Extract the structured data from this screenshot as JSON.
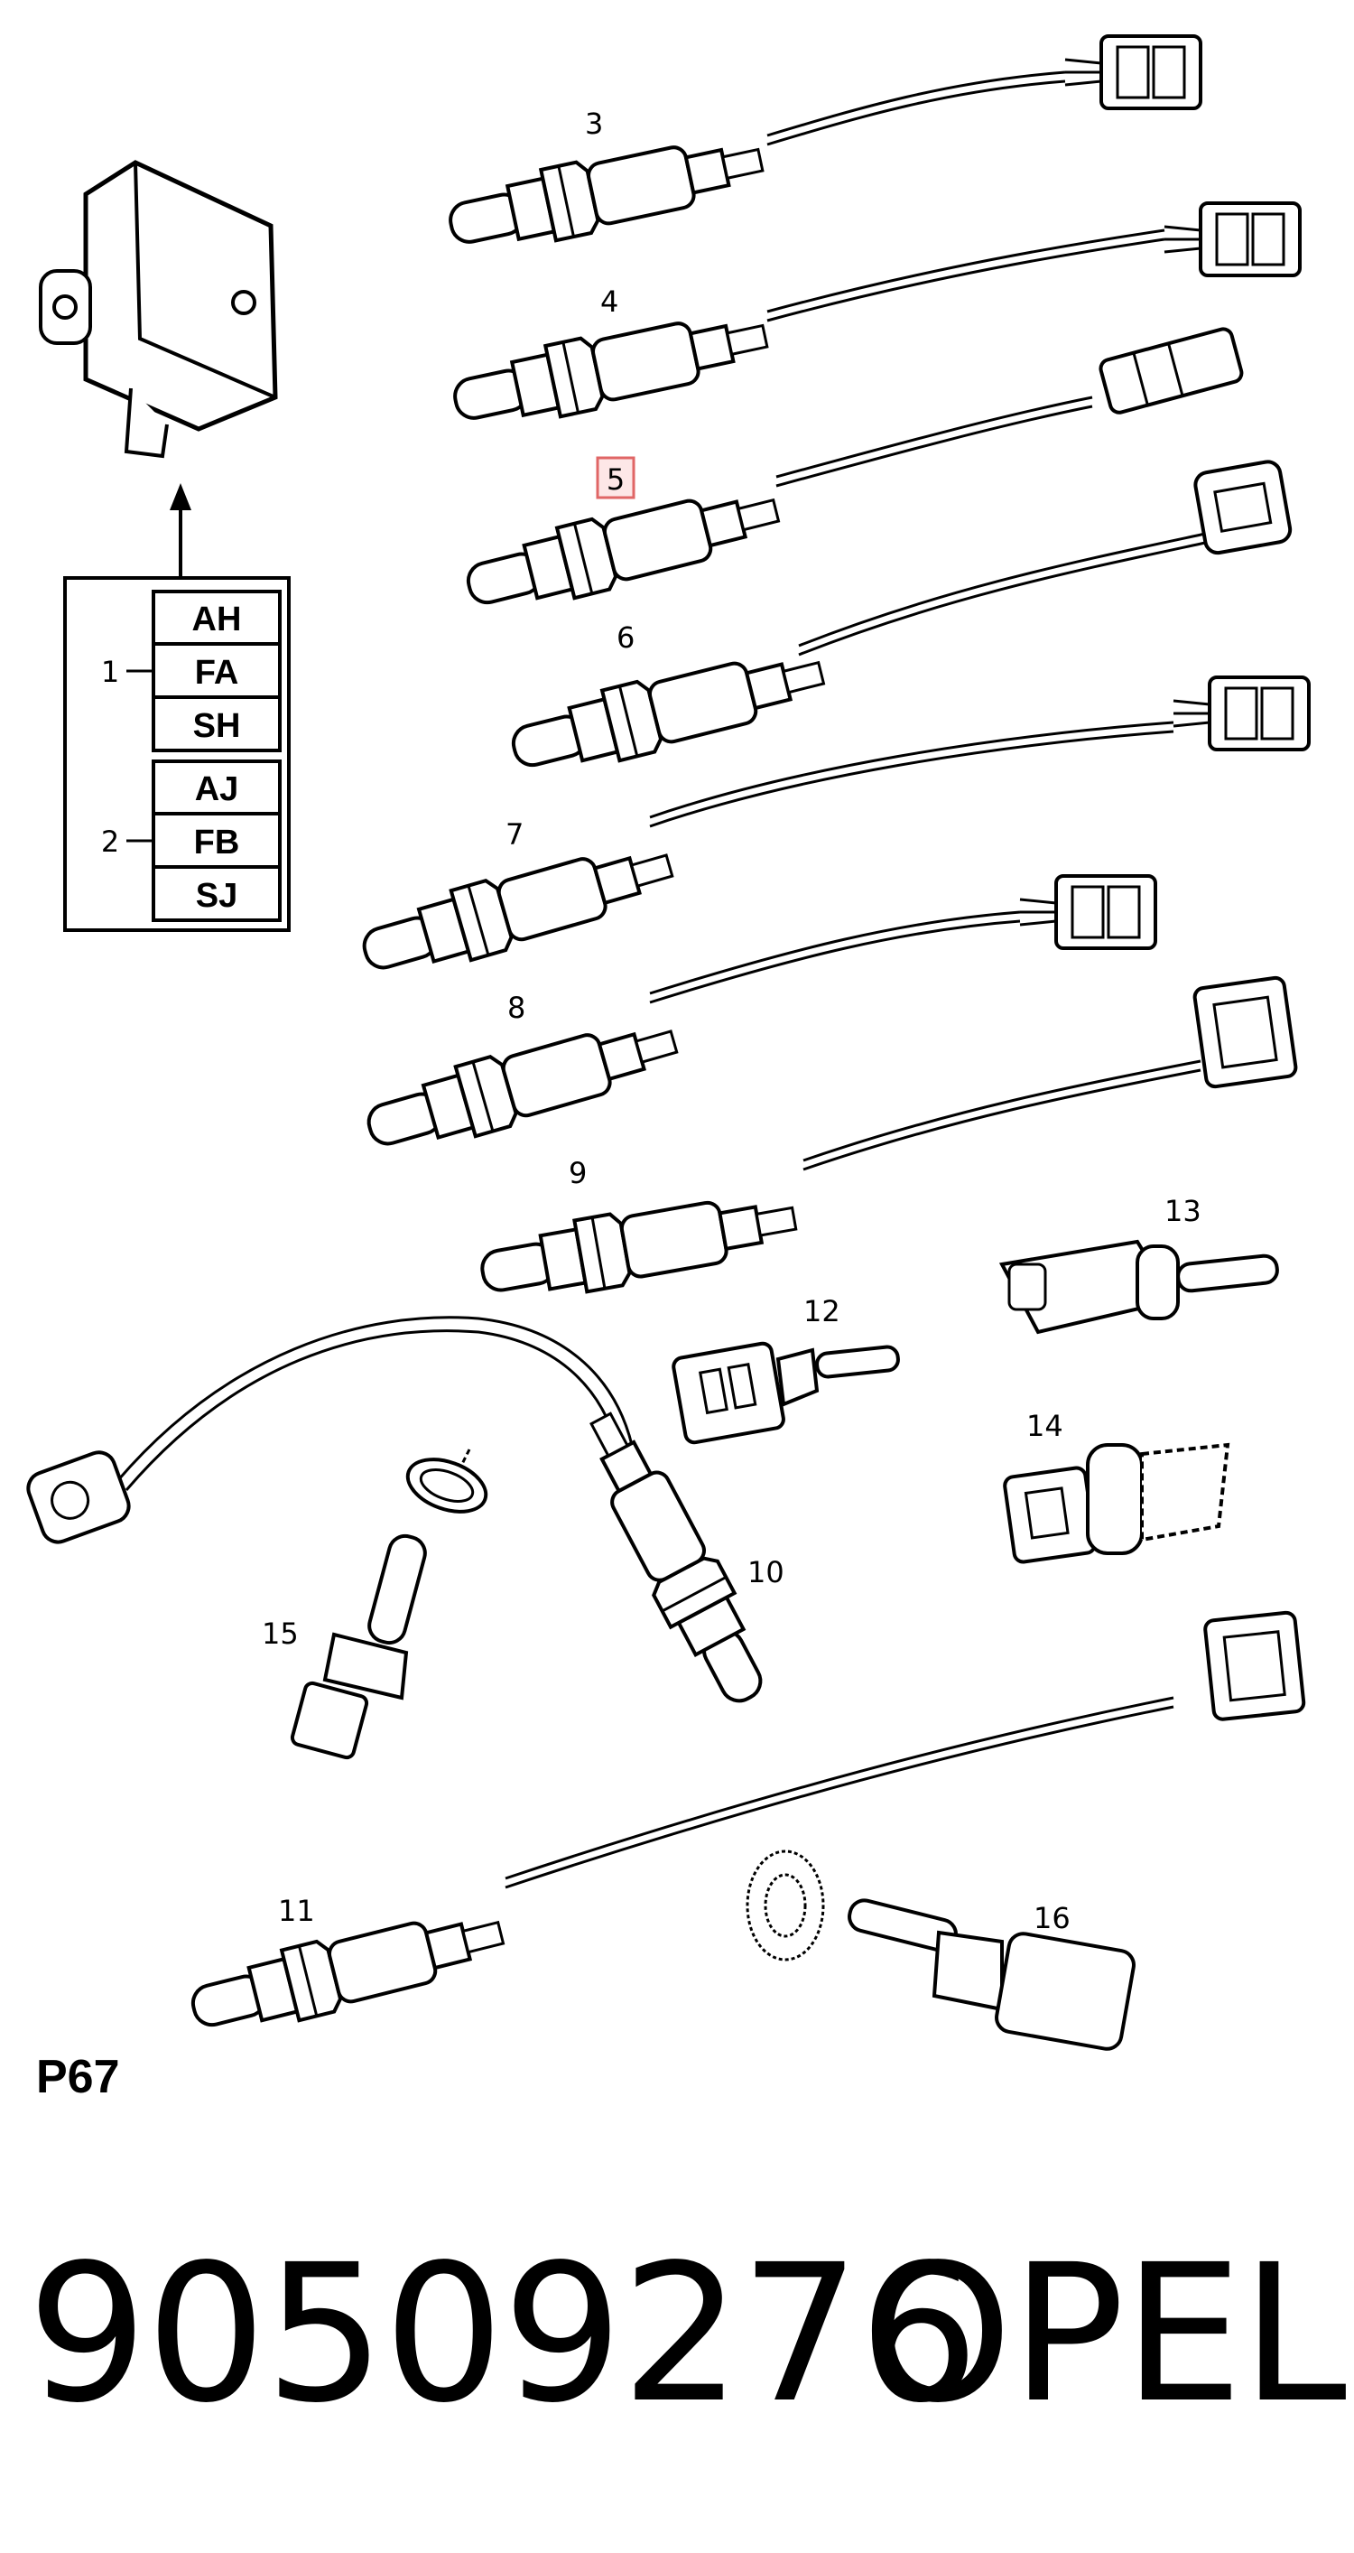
{
  "page_code": "P67",
  "part_number": "90509276",
  "brand": "OPEL",
  "highlight_color": "#e06666",
  "highlighted_callout": "5",
  "legend": {
    "group_1": {
      "label": "1",
      "codes": [
        "AH",
        "FA",
        "SH"
      ]
    },
    "group_2": {
      "label": "2",
      "codes": [
        "AJ",
        "FB",
        "SJ"
      ]
    }
  },
  "callouts": {
    "c3": "3",
    "c4": "4",
    "c5": "5",
    "c6": "6",
    "c7": "7",
    "c8": "8",
    "c9": "9",
    "c10": "10",
    "c11": "11",
    "c12": "12",
    "c13": "13",
    "c14": "14",
    "c15": "15",
    "c16": "16"
  },
  "components": [
    "control-module",
    "sensor-3",
    "sensor-4",
    "sensor-5",
    "sensor-6",
    "sensor-7",
    "sensor-8",
    "sensor-9",
    "sensor-10",
    "sensor-11",
    "sensor-12",
    "sensor-13",
    "sensor-14",
    "sensor-15",
    "sensor-16"
  ]
}
